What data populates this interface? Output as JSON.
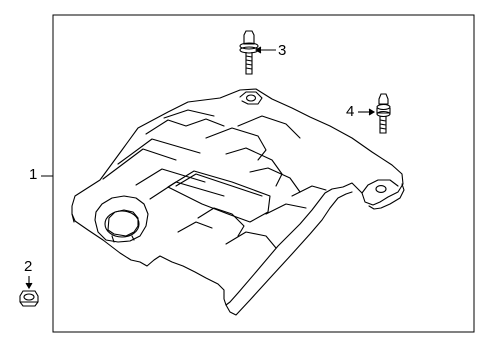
{
  "callouts": {
    "part1": "1",
    "part2": "2",
    "part3": "3",
    "part4": "4"
  },
  "style": {
    "line_color": "#000000",
    "background": "#ffffff"
  }
}
